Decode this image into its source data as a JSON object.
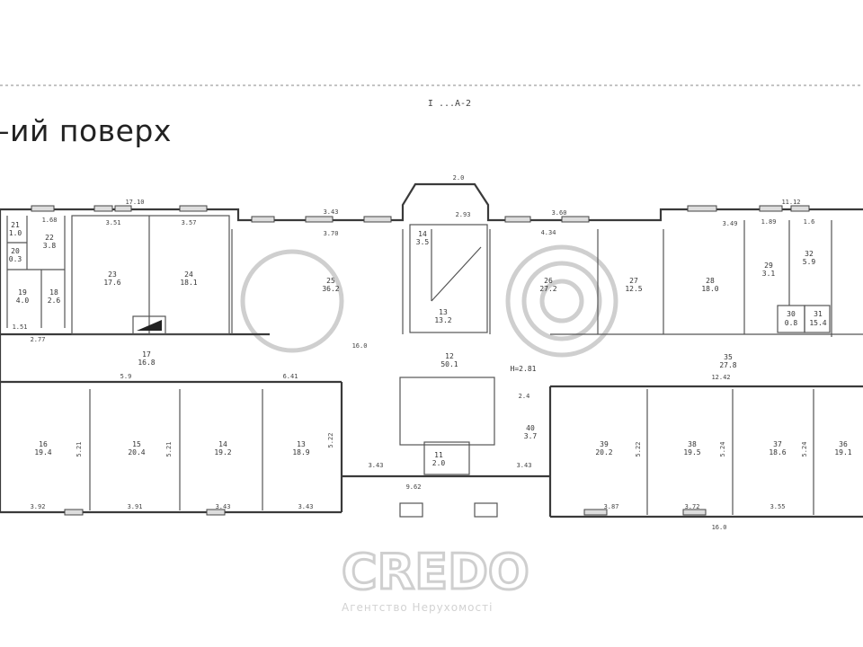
{
  "heading": "–ий поверх",
  "sheet_title": "I ...А-2",
  "watermark": {
    "brand": "CREDO",
    "subtitle": "Агентство Нерухомості"
  },
  "ceiling_height": "H=2.81",
  "rooms": [
    {
      "no": "21",
      "area": "1.0"
    },
    {
      "no": "20",
      "area": "0.3"
    },
    {
      "no": "22",
      "area": "3.8"
    },
    {
      "no": "19",
      "area": "4.0"
    },
    {
      "no": "18",
      "area": "2.6"
    },
    {
      "no": "23",
      "area": "17.6"
    },
    {
      "no": "24",
      "area": "18.1"
    },
    {
      "no": "25",
      "area": "36.2"
    },
    {
      "no": "14",
      "area": "3.5"
    },
    {
      "no": "13",
      "area": "13.2"
    },
    {
      "no": "26",
      "area": "27.2"
    },
    {
      "no": "27",
      "area": "12.5"
    },
    {
      "no": "28",
      "area": "18.0"
    },
    {
      "no": "29",
      "area": "3.1"
    },
    {
      "no": "32",
      "area": "5.9"
    },
    {
      "no": "30",
      "area": "0.8"
    },
    {
      "no": "31",
      "area": "15.4"
    },
    {
      "no": "17",
      "area": "16.8"
    },
    {
      "no": "12",
      "area": "50.1"
    },
    {
      "no": "35",
      "area": "27.8"
    },
    {
      "no": "16",
      "area": "19.4"
    },
    {
      "no": "15",
      "area": "20.4"
    },
    {
      "no": "14",
      "area": "19.2"
    },
    {
      "no": "13",
      "area": "18.9"
    },
    {
      "no": "11",
      "area": "2.0"
    },
    {
      "no": "40",
      "area": "3.7"
    },
    {
      "no": "39",
      "area": "20.2"
    },
    {
      "no": "38",
      "area": "19.5"
    },
    {
      "no": "37",
      "area": "18.6"
    },
    {
      "no": "36",
      "area": "19.1"
    }
  ],
  "dimensions": [
    "17.10",
    "3.43",
    "3.70",
    "3.60",
    "4.34",
    "11.12",
    "3.49",
    "1.68",
    "3.51",
    "3.57",
    "1.89",
    "1.6",
    "2.0",
    "2.93",
    "16.0",
    "5.9",
    "6.41",
    "12.42",
    "3.92",
    "3.91",
    "3.43",
    "3.43",
    "3.43",
    "3.43",
    "9.62",
    "2.4",
    "3.87",
    "3.72",
    "3.55",
    "16.0",
    "2.77",
    "1.51",
    "5.21",
    "5.21",
    "5.22",
    "5.22",
    "5.24",
    "5.24"
  ]
}
